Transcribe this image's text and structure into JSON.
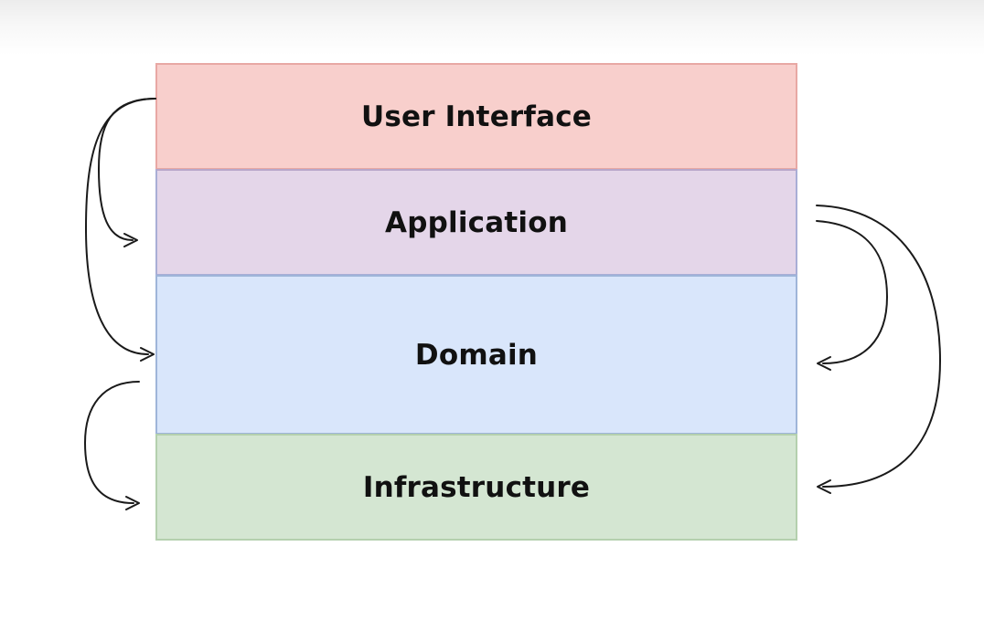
{
  "layers": {
    "user_interface": {
      "label": "User Interface",
      "color": "#f8cfcc"
    },
    "application": {
      "label": "Application",
      "color": "#e4d6e9"
    },
    "domain": {
      "label": "Domain",
      "color": "#d9e6fb"
    },
    "infrastructure": {
      "label": "Infrastructure",
      "color": "#d4e6d2"
    }
  },
  "dependencies": [
    {
      "from": "User Interface",
      "to": "Application"
    },
    {
      "from": "User Interface",
      "to": "Domain"
    },
    {
      "from": "Domain",
      "to": "Infrastructure"
    },
    {
      "from": "Application",
      "to": "Domain"
    },
    {
      "from": "Application",
      "to": "Infrastructure"
    }
  ],
  "arrow_color": "#1a1a1a"
}
